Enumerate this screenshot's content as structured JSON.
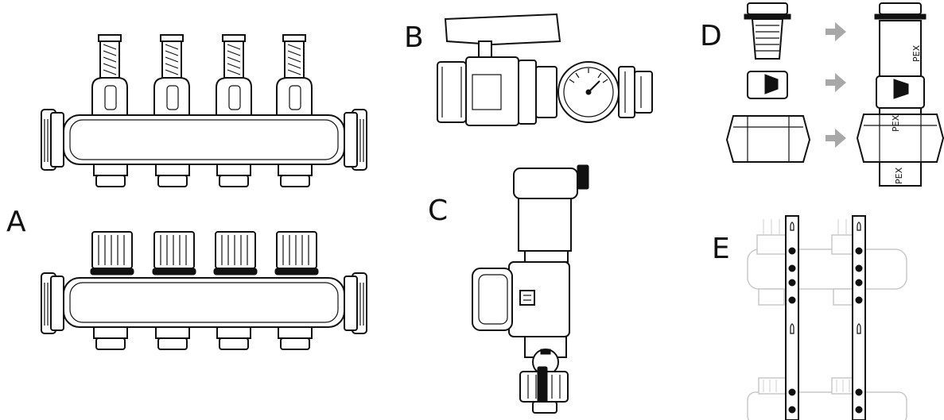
{
  "panels": {
    "a": {
      "label": "A"
    },
    "b": {
      "label": "B"
    },
    "c": {
      "label": "C"
    },
    "d": {
      "label": "D",
      "pipe_text": "PEX"
    },
    "e": {
      "label": "E"
    }
  },
  "colors": {
    "line": "#111111",
    "arrow": "#a8a8a8",
    "ghost": "#c8c8c8",
    "background": "#ffffff"
  }
}
